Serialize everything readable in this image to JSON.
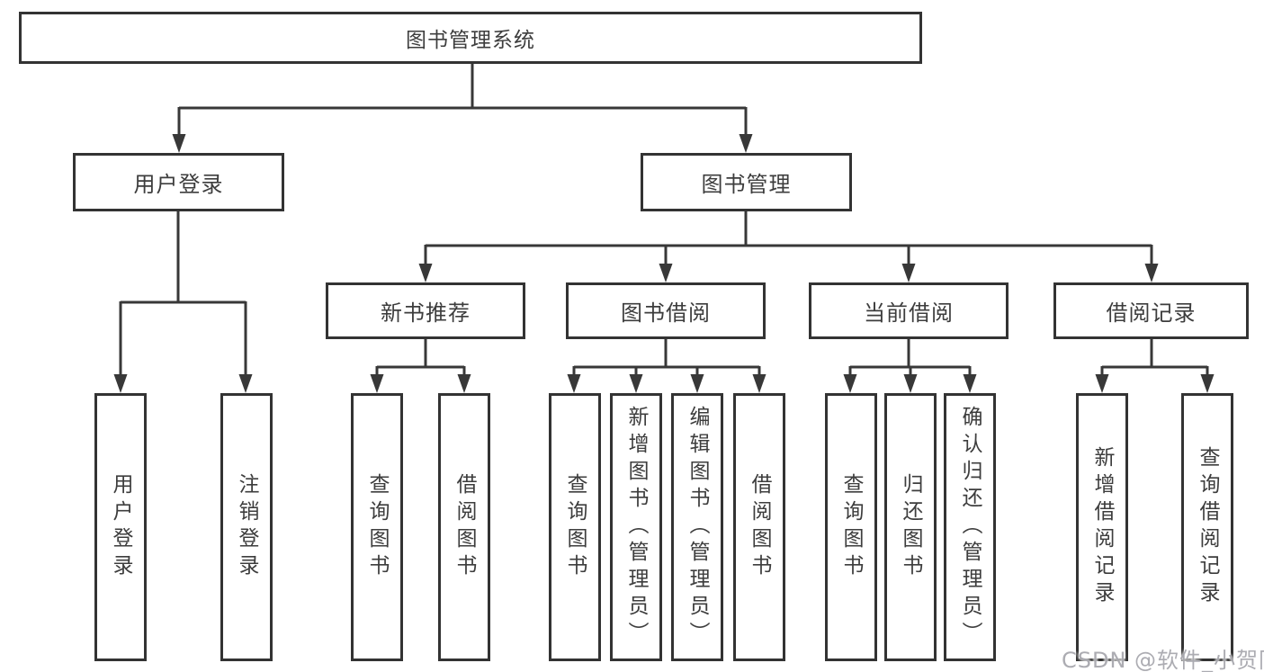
{
  "tree": {
    "root": "图书管理系统",
    "branches": [
      {
        "label": "用户登录",
        "children": [
          "用户登录",
          "注销登录"
        ]
      },
      {
        "label": "图书管理",
        "groups": [
          {
            "label": "新书推荐",
            "children": [
              "查询图书",
              "借阅图书"
            ]
          },
          {
            "label": "图书借阅",
            "children": [
              "查询图书",
              "新增图书（管理员）",
              "编辑图书（管理员）",
              "借阅图书"
            ]
          },
          {
            "label": "当前借阅",
            "children": [
              "查询图书",
              "归还图书",
              "确认归还（管理员）"
            ]
          },
          {
            "label": "借阅记录",
            "children": [
              "新增借阅记录",
              "查询借阅记录"
            ]
          }
        ]
      }
    ]
  },
  "watermark": "CSDN @软件_小贺同学",
  "colors": {
    "ink": "#333333",
    "line": "#383838",
    "box_background": "#ffffff",
    "watermark": "#a3a3aa",
    "page_background": "#ffffff"
  }
}
